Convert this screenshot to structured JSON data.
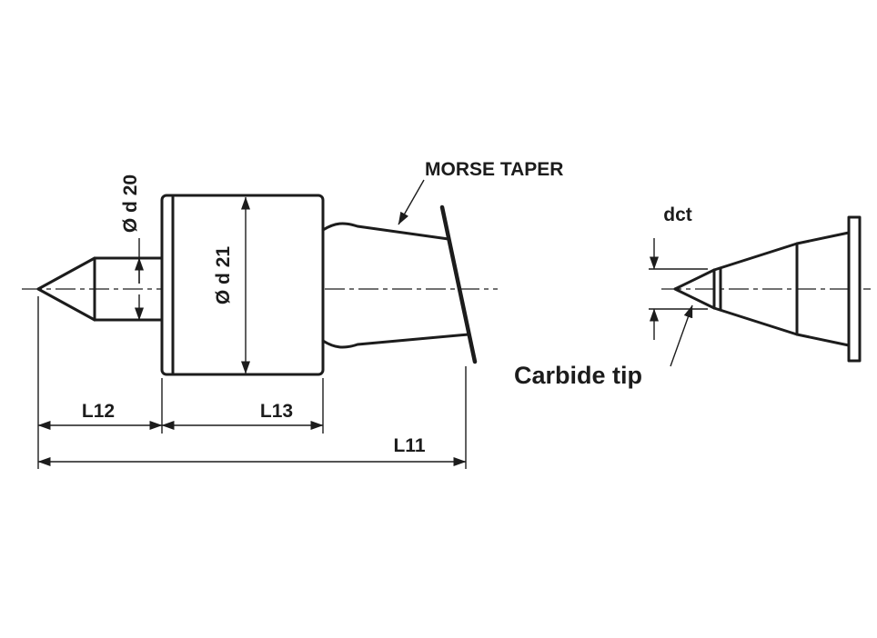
{
  "drawing": {
    "labels": {
      "morse_taper": "MORSE TAPER",
      "carbide_tip": "Carbide tip",
      "dct": "dct",
      "dia_d20": "Ø d 20",
      "dia_d21": "Ø d 21",
      "l11": "L11",
      "l12": "L12",
      "l13": "L13"
    },
    "colors": {
      "line": "#1c1c1c",
      "background": "#ffffff"
    }
  }
}
